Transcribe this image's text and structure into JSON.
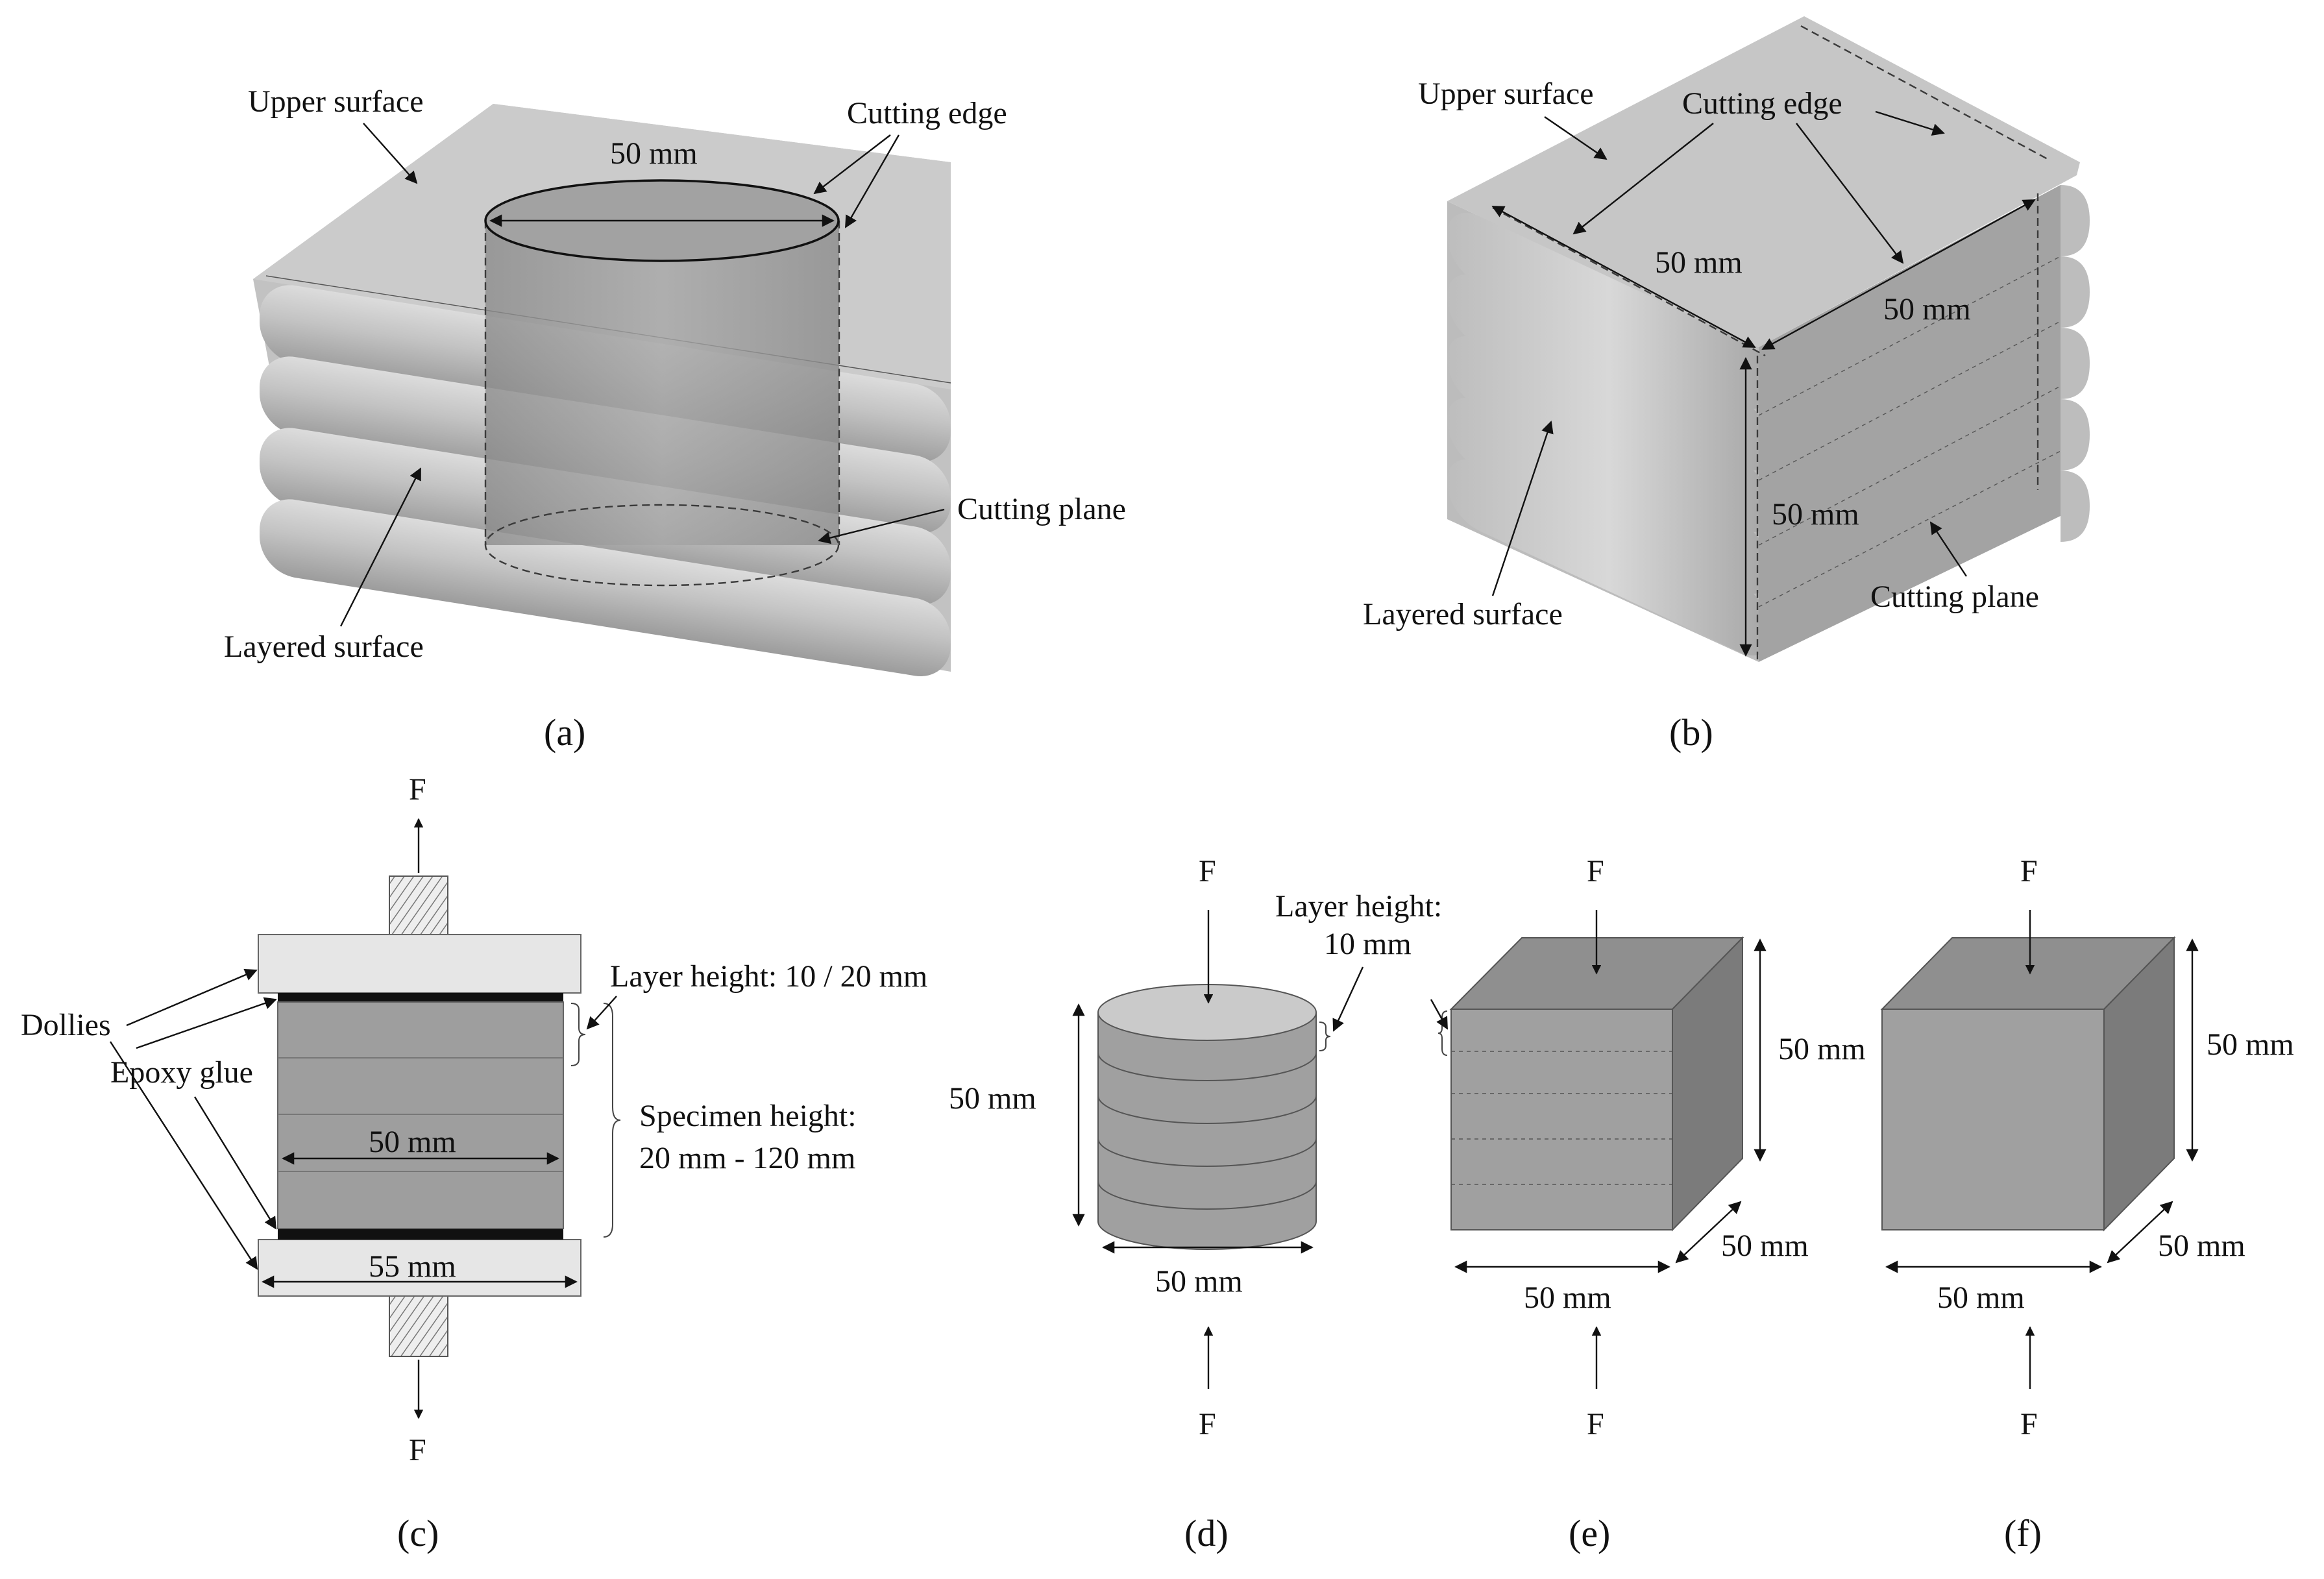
{
  "panel_a": {
    "caption": "(a)",
    "labels": {
      "upper_surface": "Upper surface",
      "cutting_edge": "Cutting edge",
      "diameter": "50 mm",
      "cutting_plane": "Cutting plane",
      "layered_surface": "Layered surface"
    }
  },
  "panel_b": {
    "caption": "(b)",
    "labels": {
      "upper_surface": "Upper surface",
      "cutting_edge": "Cutting edge",
      "top_width": "50 mm",
      "depth": "50 mm",
      "height": "50 mm",
      "layered_surface": "Layered surface",
      "cutting_plane": "Cutting plane"
    }
  },
  "panel_c": {
    "caption": "(c)",
    "labels": {
      "force_top": "F",
      "force_bottom": "F",
      "layer_height": "Layer height: 10 / 20 mm",
      "specimen_height_1": "Specimen height:",
      "specimen_height_2": "20 mm - 120 mm",
      "dollies": "Dollies",
      "epoxy_glue": "Epoxy glue",
      "specimen_width": "50 mm",
      "dolly_width": "55 mm"
    }
  },
  "panel_d": {
    "caption": "(d)",
    "labels": {
      "force_top": "F",
      "force_bottom": "F",
      "layer_height_1": "Layer height:",
      "layer_height_2": "10 mm",
      "height": "50 mm",
      "diameter": "50 mm"
    }
  },
  "panel_e": {
    "caption": "(e)",
    "labels": {
      "force_top": "F",
      "force_bottom": "F",
      "height": "50 mm",
      "depth": "50 mm",
      "width": "50 mm"
    }
  },
  "panel_f": {
    "caption": "(f)",
    "labels": {
      "force_top": "F",
      "force_bottom": "F",
      "height": "50 mm",
      "depth": "50 mm",
      "width": "50 mm"
    }
  },
  "colors": {
    "specimen_light": "#cfcfcf",
    "specimen_mid": "#a9a9a9",
    "specimen_dark": "#8f8f8f",
    "cube_front": "#9e9e9e",
    "cube_top": "#8d8d8d",
    "cube_side": "#7b7b7b",
    "dolly": "#e6e6e6",
    "epoxy": "#111111"
  }
}
